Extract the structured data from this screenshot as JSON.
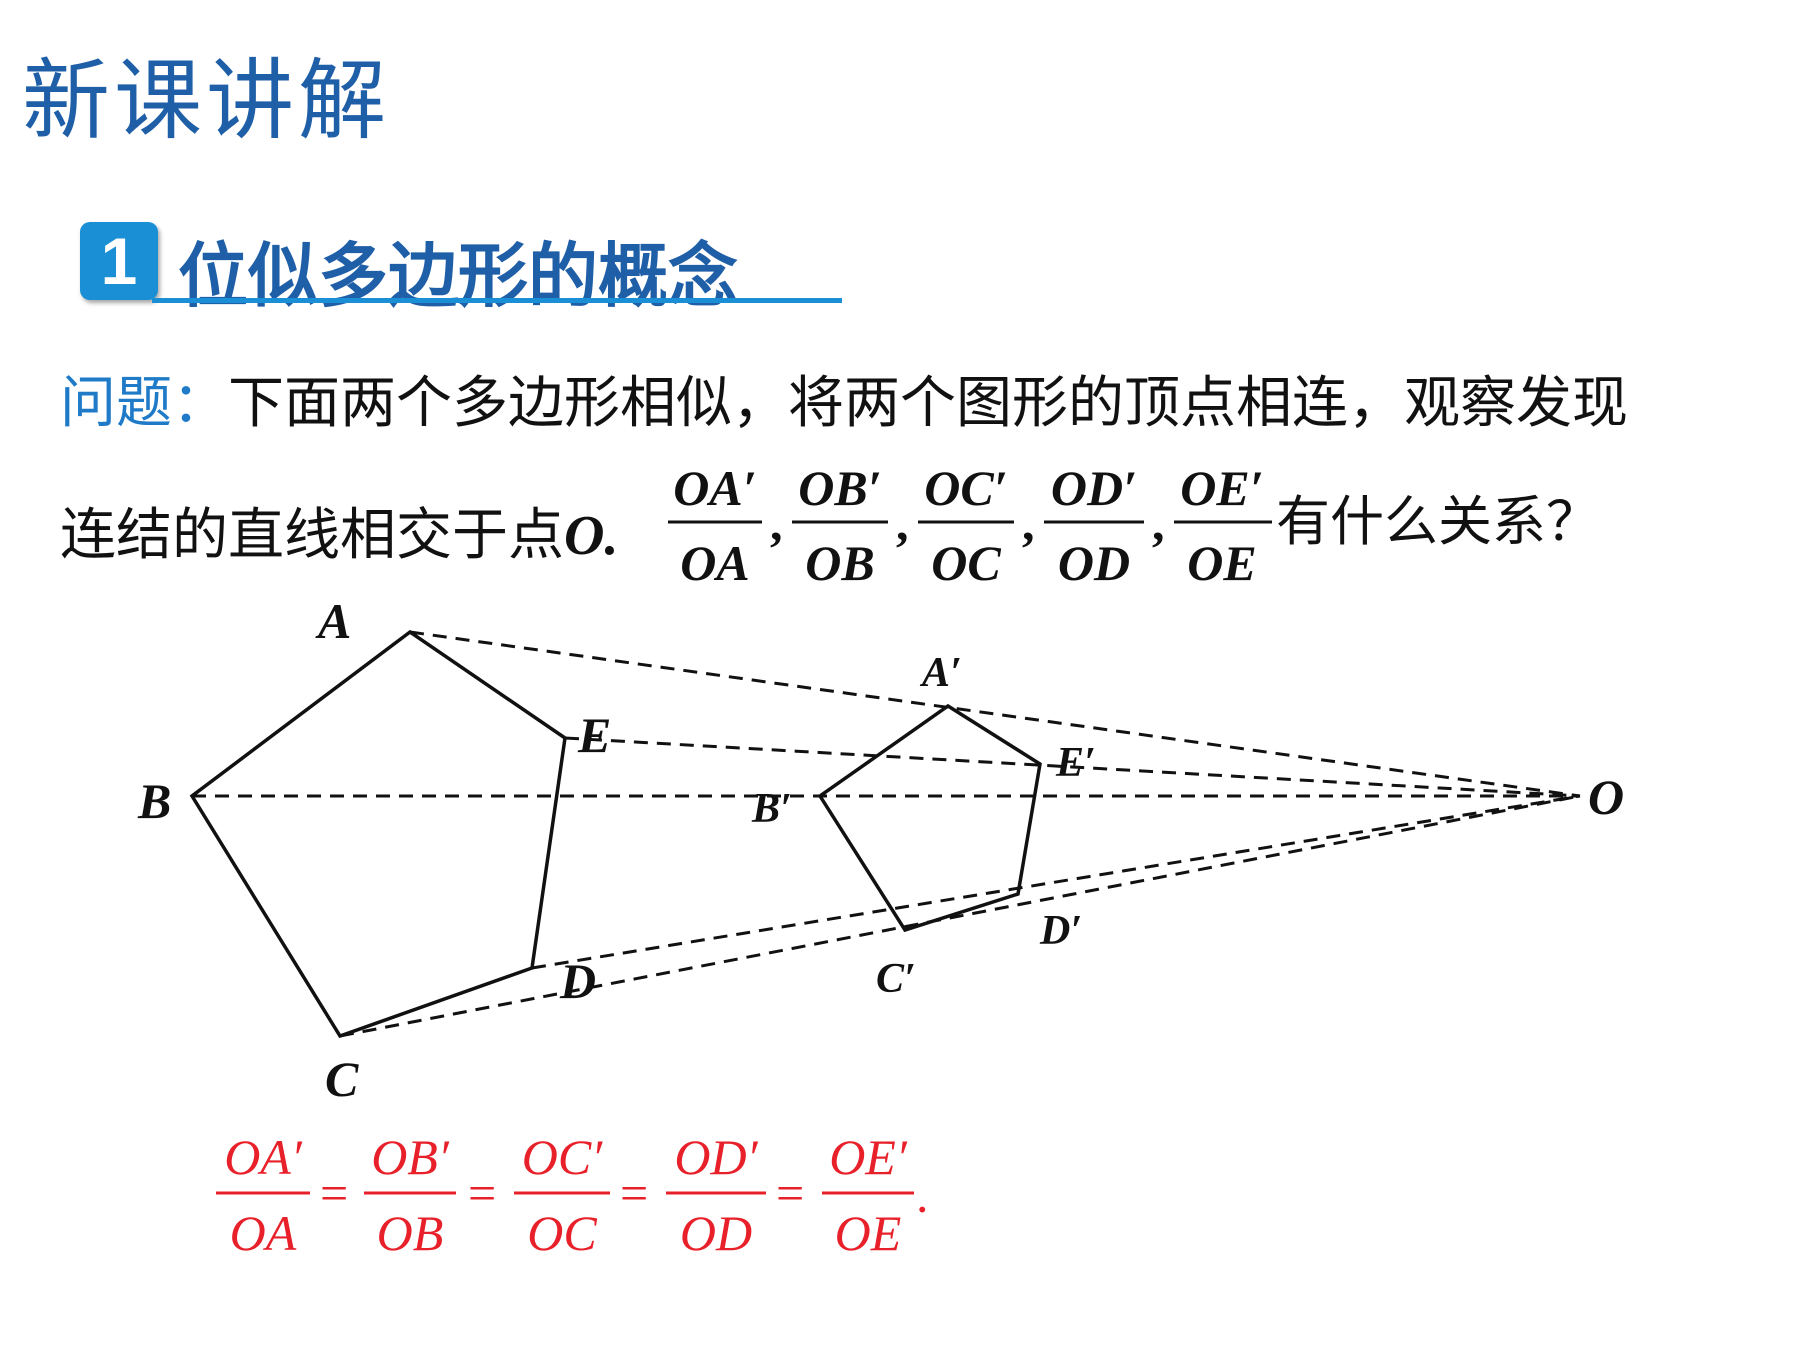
{
  "header": {
    "title": "新课讲解"
  },
  "section": {
    "number": "1",
    "title": "位似多边形的概念"
  },
  "question": {
    "label": "问题：",
    "line1": "下面两个多边形相似，将两个图形的顶点相连，观察发现",
    "line2_prefix": "连结的直线相交于点",
    "point": "O",
    "period": ".",
    "suffix": "有什么关系？",
    "comma": ","
  },
  "fractions": [
    {
      "num": "OA′",
      "den": "OA"
    },
    {
      "num": "OB′",
      "den": "OB"
    },
    {
      "num": "OC′",
      "den": "OC"
    },
    {
      "num": "OD′",
      "den": "OD"
    },
    {
      "num": "OE′",
      "den": "OE"
    }
  ],
  "answer": {
    "fractions": [
      {
        "num": "OA′",
        "den": "OA"
      },
      {
        "num": "OB′",
        "den": "OB"
      },
      {
        "num": "OC′",
        "den": "OC"
      },
      {
        "num": "OD′",
        "den": "OD"
      },
      {
        "num": "OE′",
        "den": "OE"
      }
    ],
    "equals": "=",
    "end": ".",
    "color": "#e8202a"
  },
  "diagram": {
    "labels": {
      "A": "A",
      "B": "B",
      "C": "C",
      "D": "D",
      "E": "E",
      "A2": "A′",
      "B2": "B′",
      "C2": "C′",
      "D2": "D′",
      "E2": "E′",
      "O": "O"
    }
  }
}
